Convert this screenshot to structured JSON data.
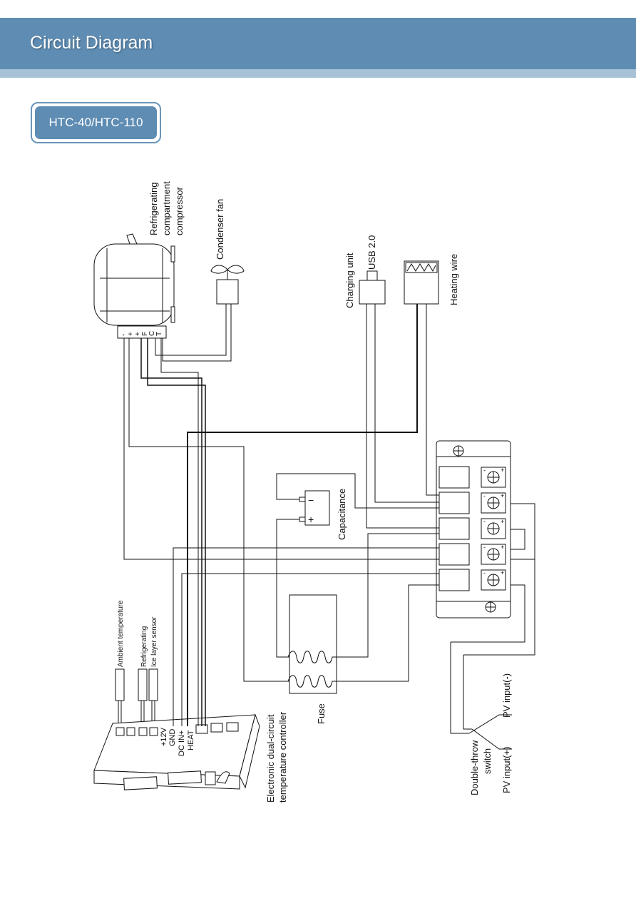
{
  "header": {
    "title": "Circuit Diagram"
  },
  "model": {
    "label": "HTC-40/HTC-110"
  },
  "diagram": {
    "compressor": {
      "label_lines": [
        "Refrigerating",
        "compartment",
        "compressor"
      ],
      "terminals": [
        "-",
        "+",
        "+",
        "F",
        "C",
        "T"
      ]
    },
    "condenser_fan": {
      "label": "Condenser fan"
    },
    "charging_unit": {
      "label": "Charging unit",
      "port": "USB 2.0"
    },
    "heating_wire": {
      "label": "Heating wire"
    },
    "capacitance": {
      "label": "Capacitance",
      "minus": "−",
      "plus": "+"
    },
    "fuse": {
      "label": "Fuse"
    },
    "sensors": {
      "ambient": "Ambient temperature",
      "refrigerating": "Refrigerating",
      "ice_layer": "Ice layer sensor"
    },
    "controller": {
      "pins": [
        "+12V",
        "GND",
        "DC IN+",
        "HEAT"
      ],
      "label_lines": [
        "Electronic dual-circuit",
        "temperature controller"
      ]
    },
    "terminal_block": {
      "marks": [
        "-",
        "+",
        "-",
        "+",
        "-",
        "+",
        "-",
        "+",
        "-",
        "+"
      ]
    },
    "switch": {
      "label_lines": [
        "Double-throw",
        "switch"
      ]
    },
    "pv": {
      "negative": "PV input(-)",
      "positive": "PV input(+)"
    }
  }
}
